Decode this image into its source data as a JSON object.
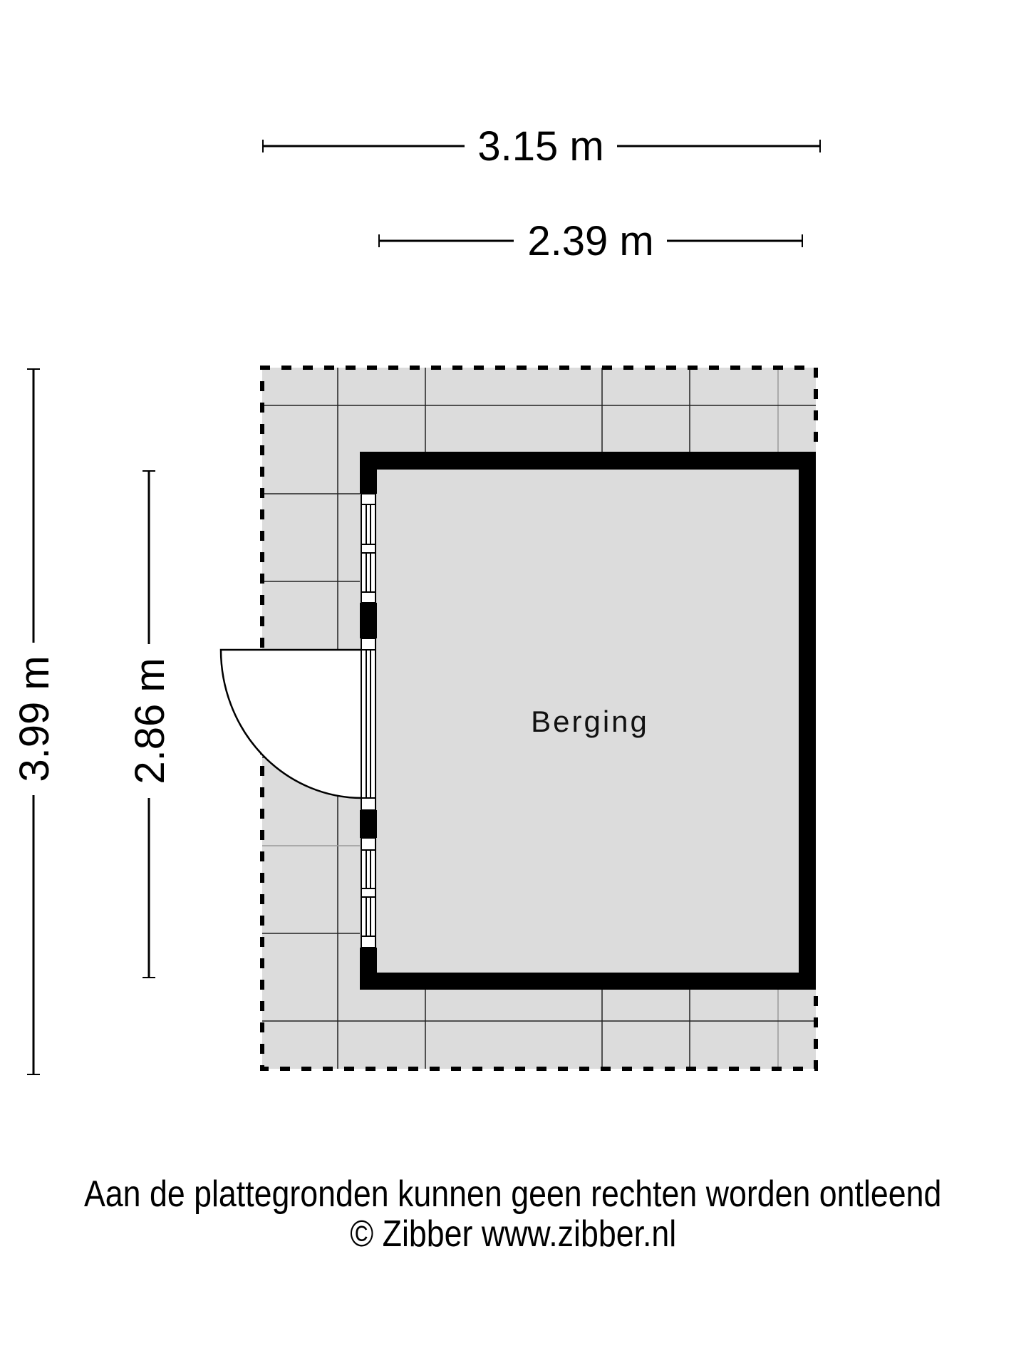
{
  "dimensions": {
    "top_outer": "3.15 m",
    "top_inner": "2.39 m",
    "left_outer": "3.99 m",
    "left_inner": "2.86 m"
  },
  "rooms": [
    {
      "label": "Berging"
    }
  ],
  "footer": {
    "disclaimer": "Aan de plattegronden kunnen geen rechten worden ontleend",
    "credit": "© Zibber www.zibber.nl"
  },
  "colors": {
    "terrace_fill": "#dcdcdc",
    "room_fill": "#dcdcdc",
    "wall": "#000000"
  }
}
